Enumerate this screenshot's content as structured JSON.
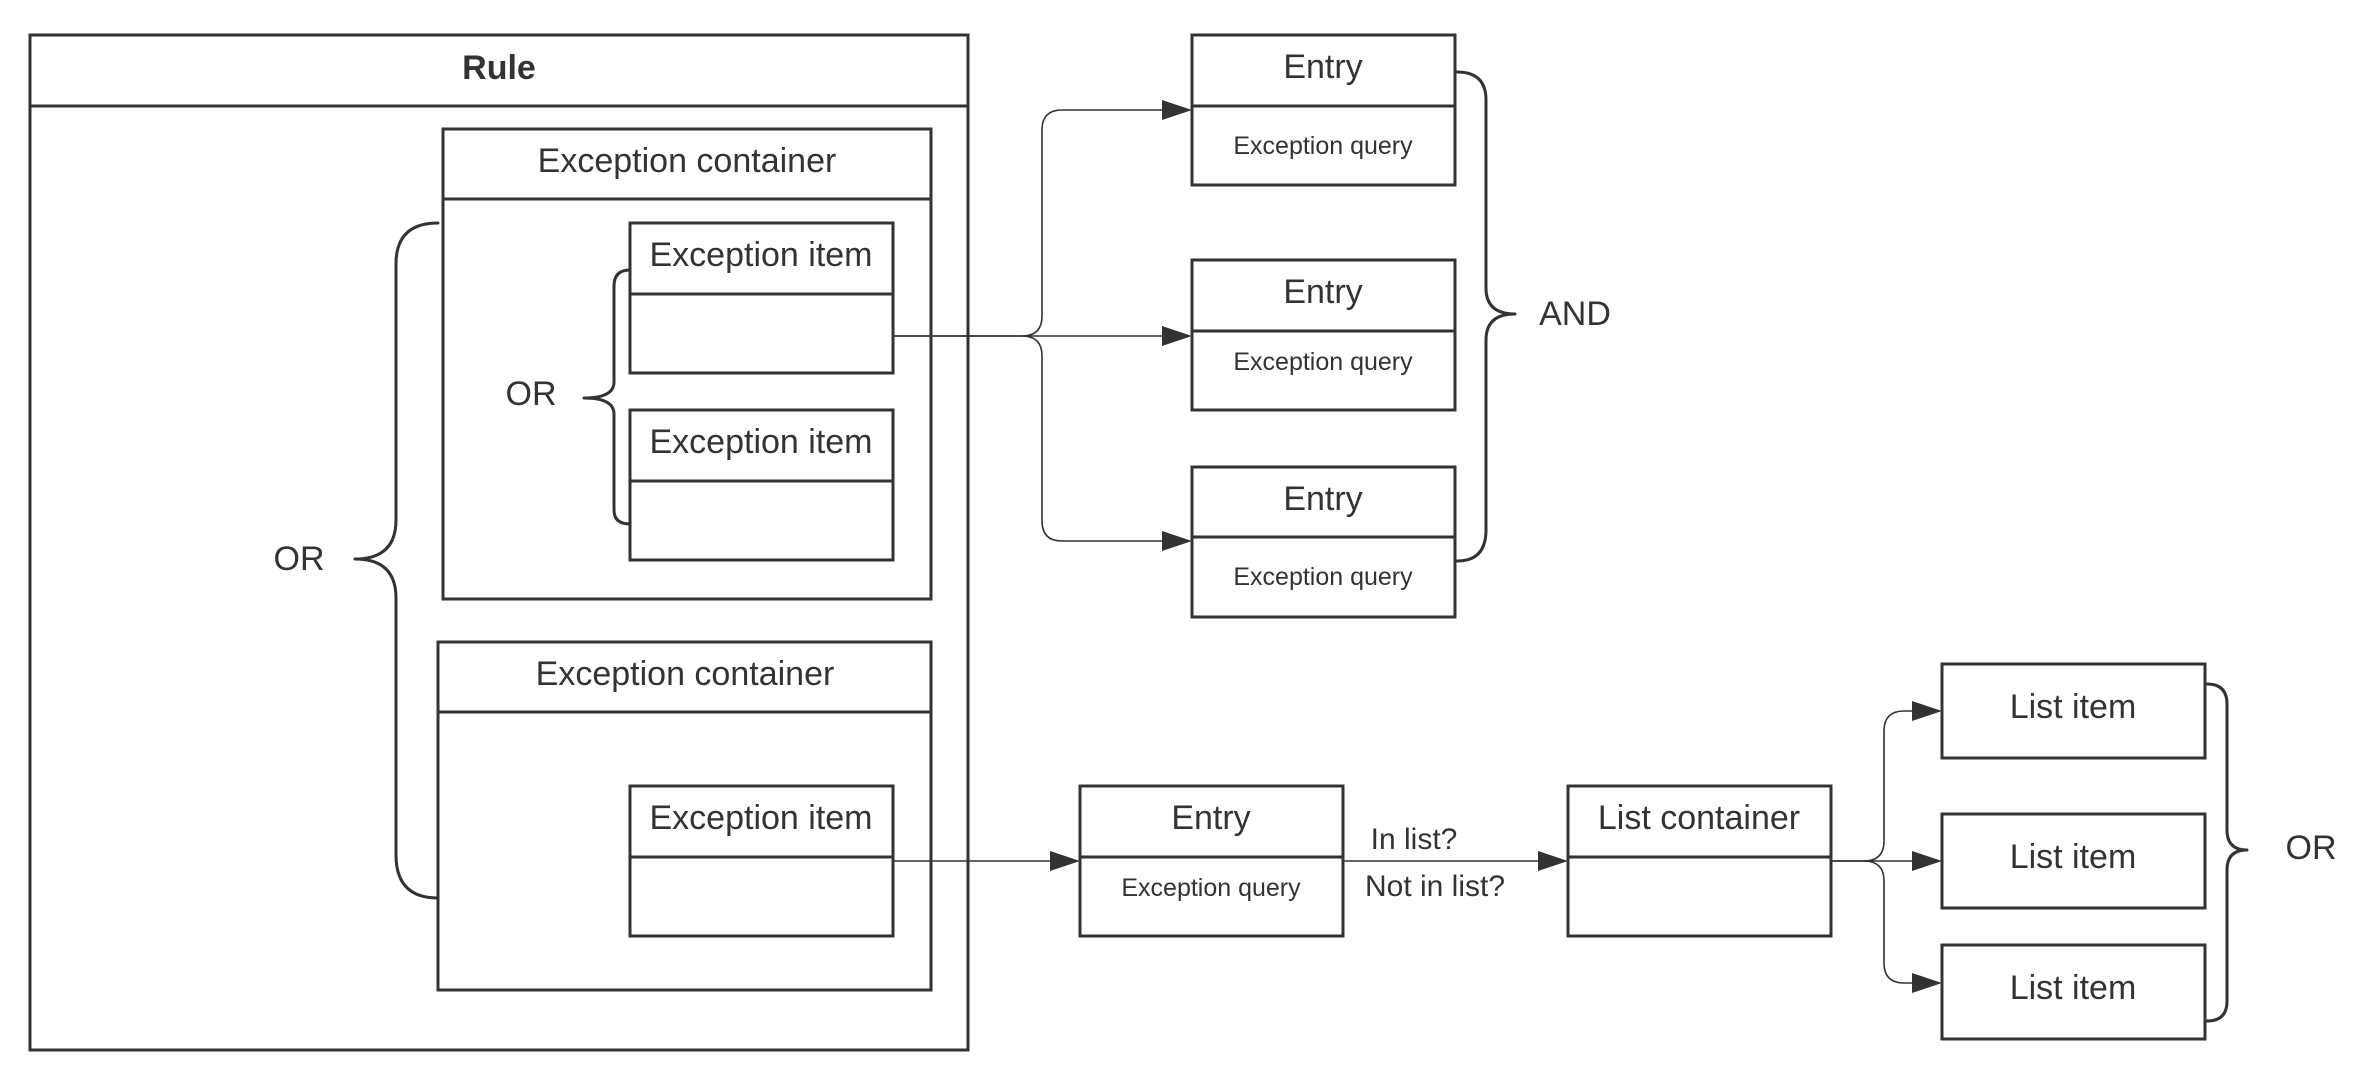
{
  "rule": {
    "title": "Rule"
  },
  "exception_container_label": "Exception container",
  "exception_item_label": "Exception item",
  "entry_label": "Entry",
  "exception_query_label": "Exception query",
  "list_container_label": "List container",
  "list_item_label": "List item",
  "logic": {
    "or_outer": "OR",
    "or_inner": "OR",
    "and": "AND",
    "or_list": "OR"
  },
  "edges": {
    "in_list": "In list?",
    "not_in_list": "Not in list?"
  },
  "colors": {
    "stroke": "#333333",
    "background": "#ffffff"
  }
}
